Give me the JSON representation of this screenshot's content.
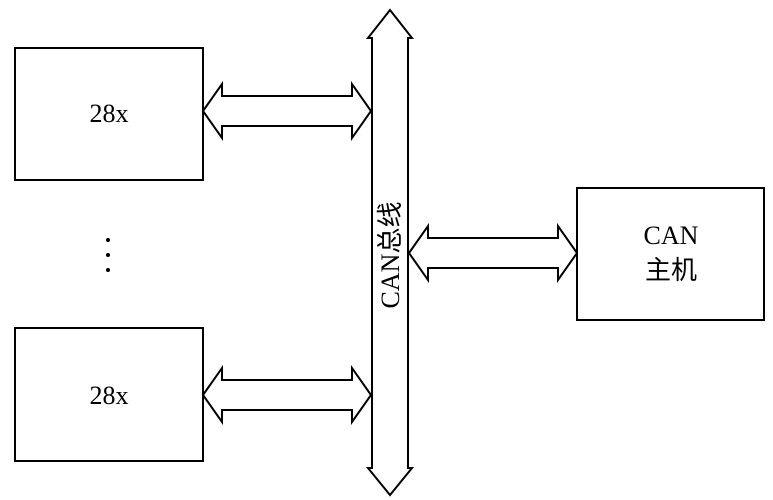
{
  "diagram": {
    "nodes": {
      "node_top": "28x",
      "node_bottom": "28x",
      "host_line1": "CAN",
      "host_line2": "主机"
    },
    "bus_label": "CAN总线",
    "connections": [
      {
        "from": "node_top",
        "to": "bus",
        "direction": "bidirectional"
      },
      {
        "from": "node_bottom",
        "to": "bus",
        "direction": "bidirectional"
      },
      {
        "from": "bus",
        "to": "host",
        "direction": "bidirectional"
      }
    ],
    "colors": {
      "stroke": "#000000",
      "fill": "#ffffff"
    }
  }
}
